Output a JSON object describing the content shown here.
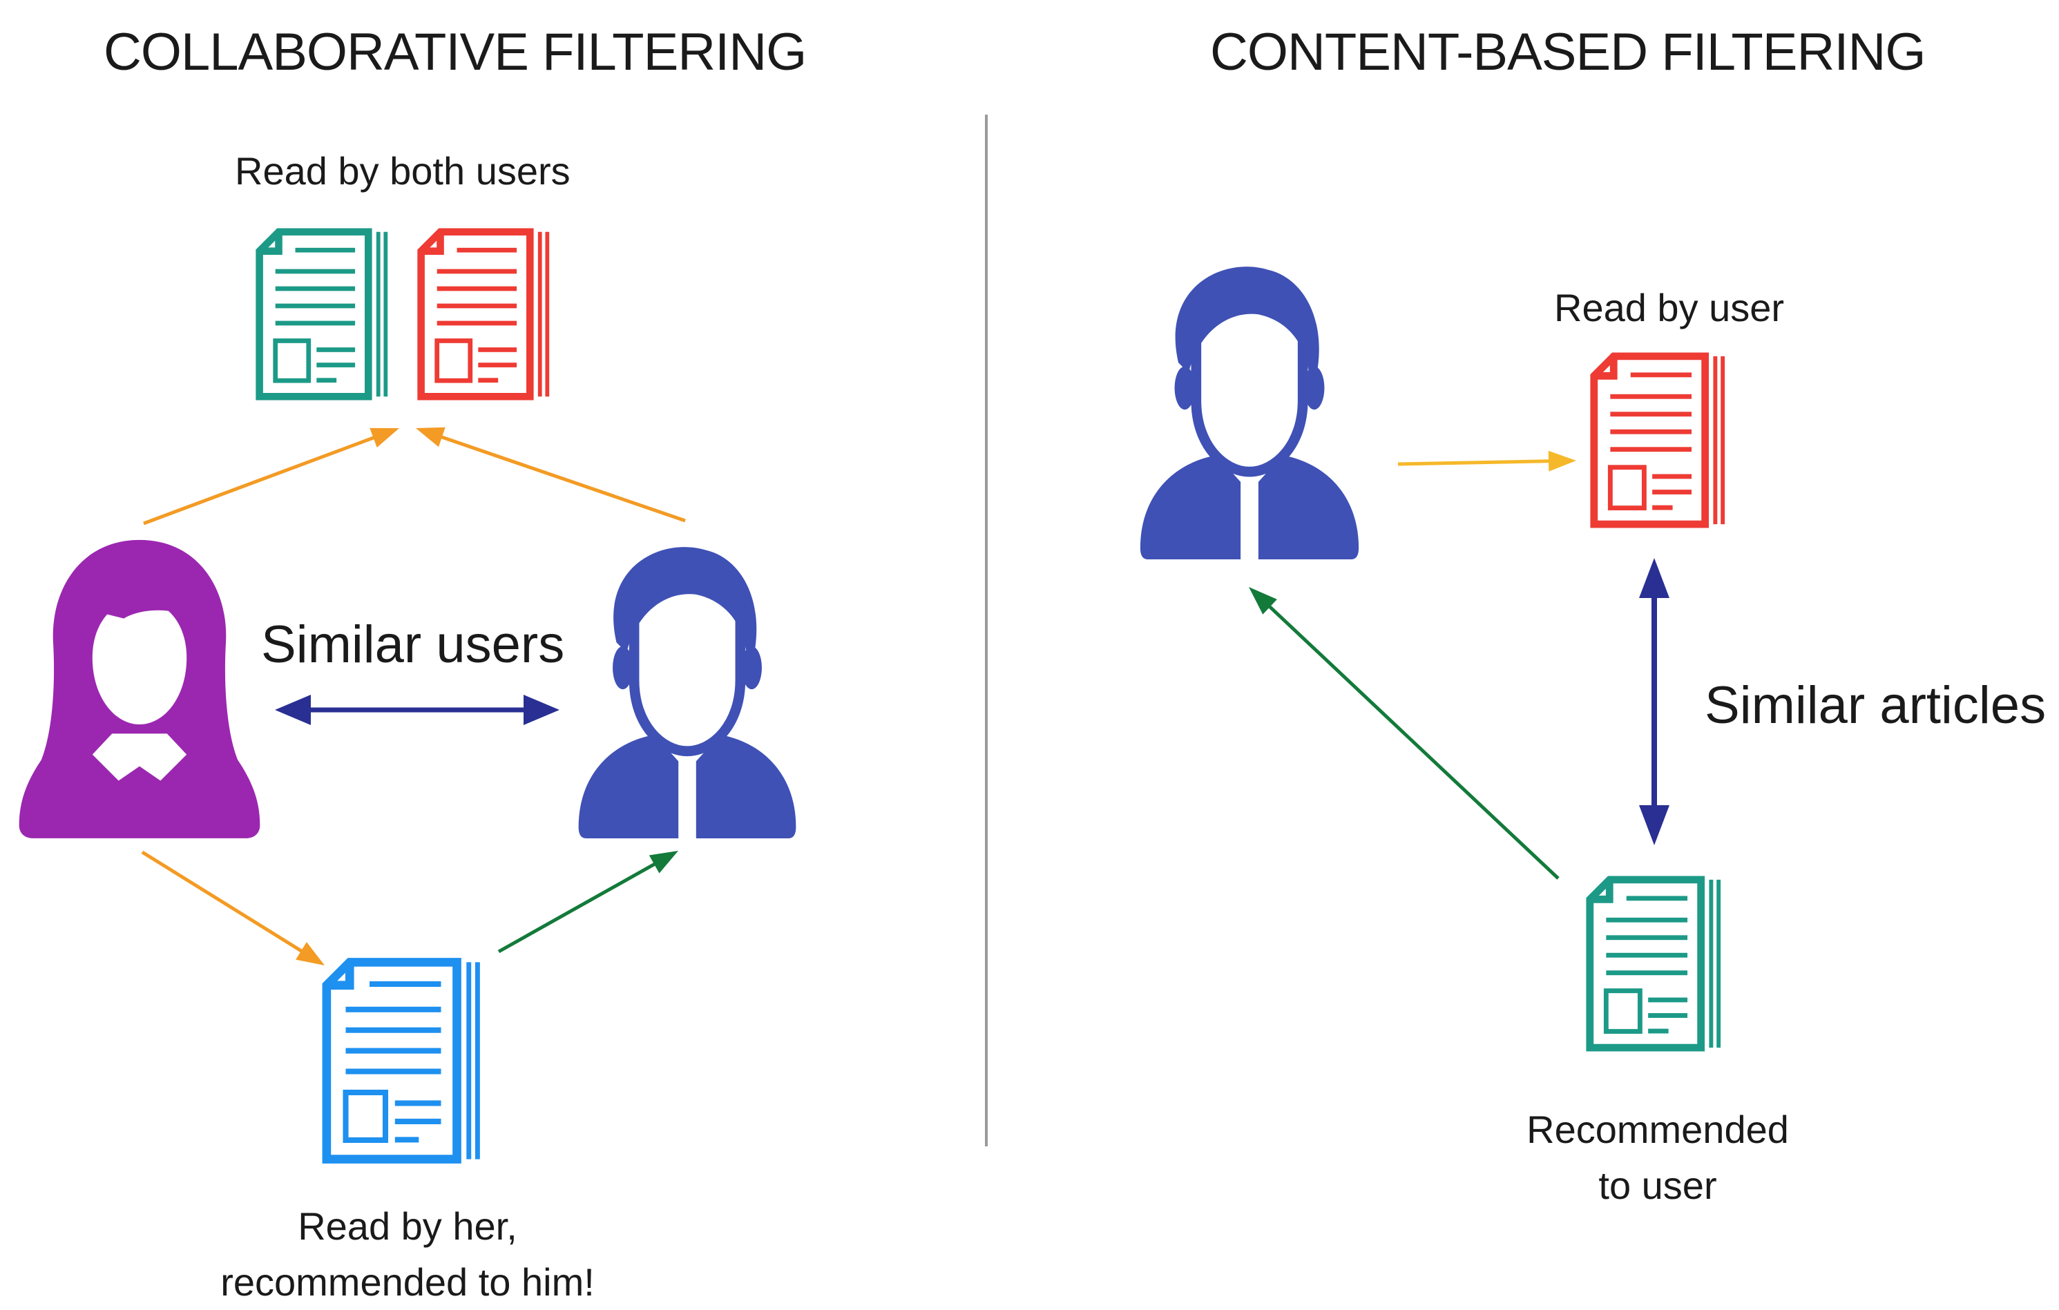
{
  "colors": {
    "teal": "#1c9a87",
    "red": "#ee3b34",
    "blue_doc": "#1e90f0",
    "woman": "#9b27b0",
    "man": "#3f51b5",
    "orange_arrow": "#f39b24",
    "yellow_arrow": "#f5b82a",
    "green_arrow": "#137a3a",
    "navy_arrow": "#2a2f93",
    "divider": "#9a9a9a"
  },
  "collaborative": {
    "heading": "COLLABORATIVE FILTERING",
    "read_by_both": "Read by both users",
    "similar_users": "Similar users",
    "caption_line1": "Read by her,",
    "caption_line2": "recommended to him!",
    "icons": {
      "woman": "woman-user-icon",
      "man": "man-user-icon",
      "doc_teal": "document-icon",
      "doc_red": "document-icon",
      "doc_blue": "document-icon"
    }
  },
  "content_based": {
    "heading": "CONTENT-BASED FILTERING",
    "read_by_user": "Read by user",
    "similar_articles": "Similar articles",
    "caption_line1": "Recommended",
    "caption_line2": "to user",
    "icons": {
      "man": "man-user-icon",
      "doc_red": "document-icon",
      "doc_teal": "document-icon"
    }
  }
}
